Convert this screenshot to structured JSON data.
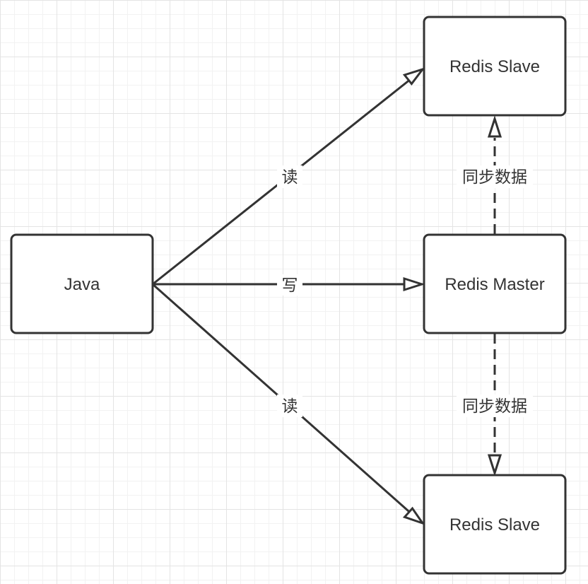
{
  "nodes": {
    "java": {
      "label": "Java"
    },
    "slave_top": {
      "label": "Redis Slave"
    },
    "master": {
      "label": "Redis Master"
    },
    "slave_bottom": {
      "label": "Redis Slave"
    }
  },
  "edges": {
    "read_top": {
      "label": "读",
      "style": "solid"
    },
    "write": {
      "label": "写",
      "style": "solid"
    },
    "read_bottom": {
      "label": "读",
      "style": "solid"
    },
    "sync_top": {
      "label": "同步数据",
      "style": "dashed"
    },
    "sync_bottom": {
      "label": "同步数据",
      "style": "dashed"
    }
  },
  "colors": {
    "stroke": "#333333",
    "node_fill": "#ffffff",
    "grid": "#e4e4e4"
  }
}
